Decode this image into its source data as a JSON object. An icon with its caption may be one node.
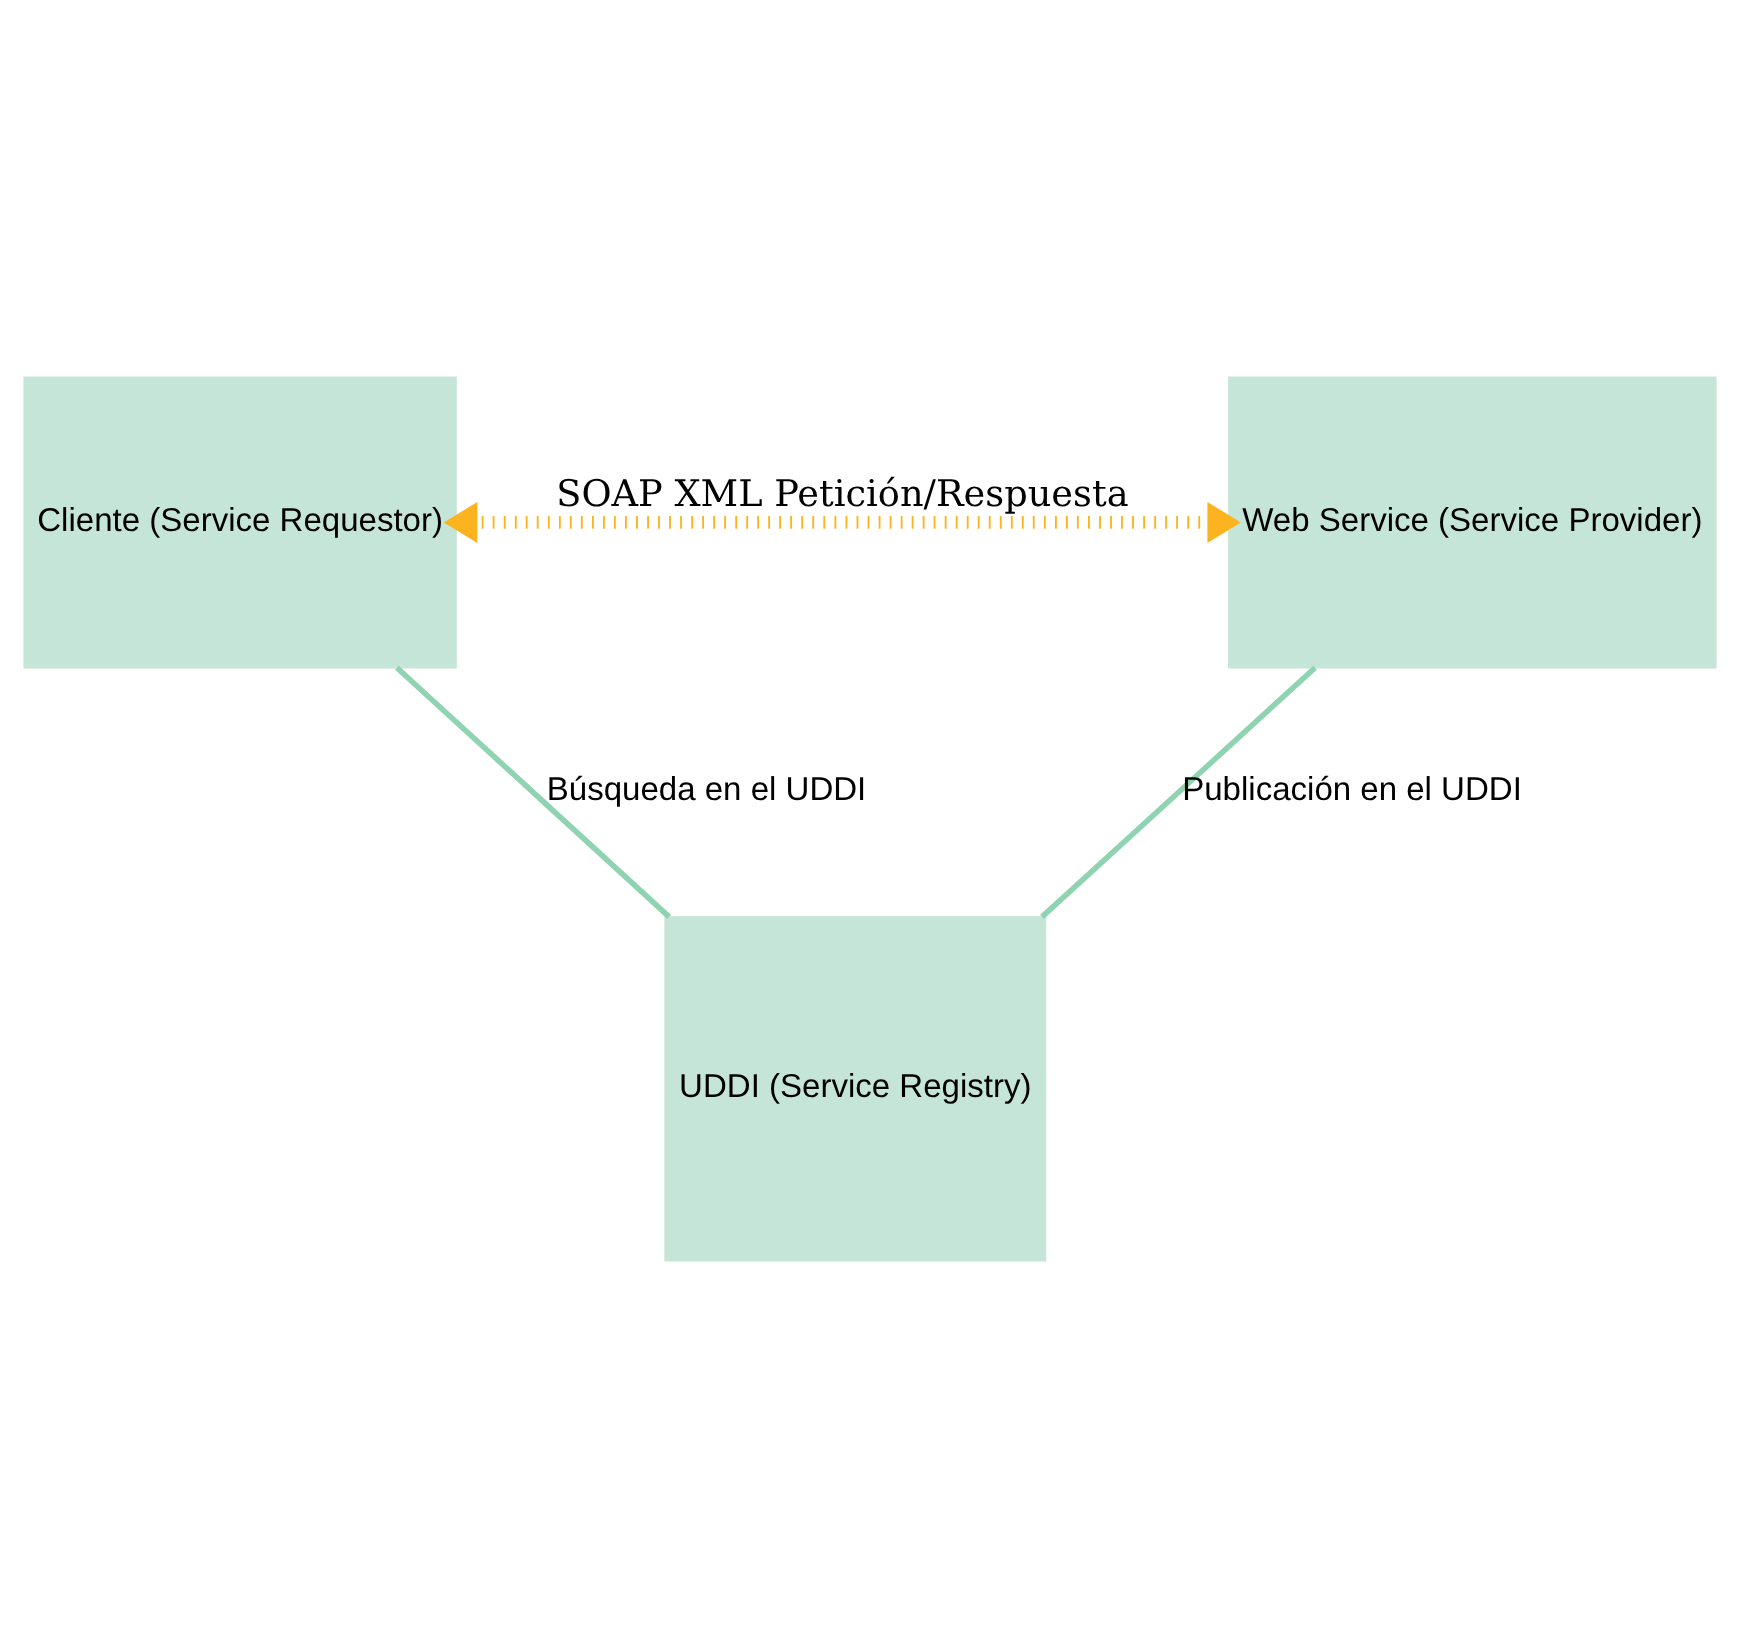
{
  "diagram": {
    "nodes": [
      {
        "text": [
          "UDDI (Service Registry)"
        ]
      },
      {
        "text": [
          "Cliente (Service Requestor)"
        ]
      },
      {
        "text": [
          "Web Service (Service Provider)"
        ]
      }
    ],
    "edges": [
      {
        "from": 1,
        "to": 0,
        "arrow": "none",
        "label": "Búsqueda en el UDDI"
      },
      {
        "from": 2,
        "to": 0,
        "arrow": "none",
        "label": "Publicación en el UDDI"
      },
      {
        "from": 1,
        "to": 2,
        "arrow": "both",
        "label": "SOAP XML Petición/Respuesta",
        "style": "dashed",
        "color": "#fbb31f"
      }
    ]
  }
}
